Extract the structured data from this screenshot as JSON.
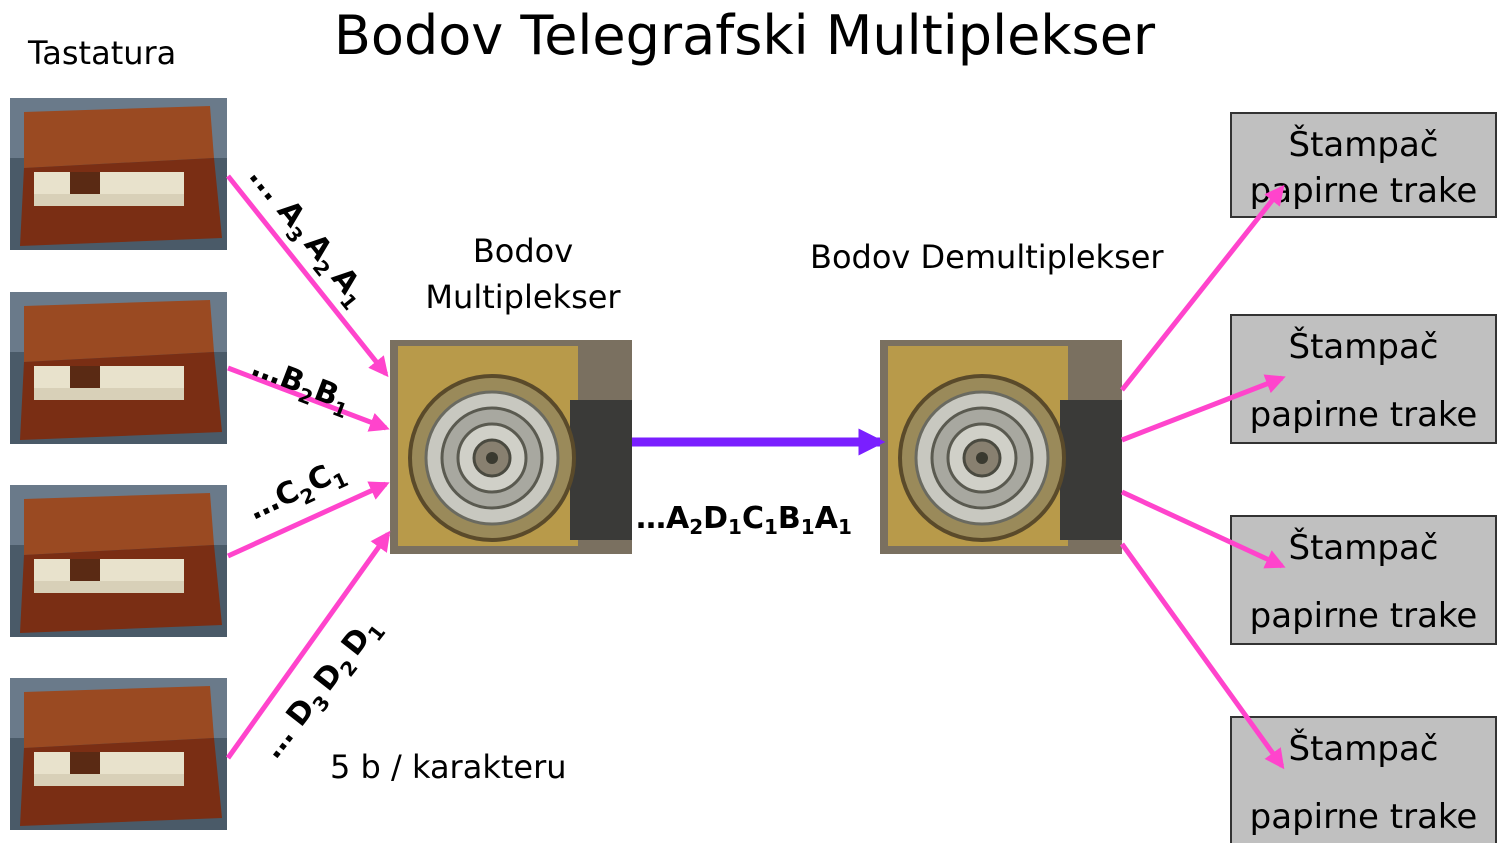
{
  "title": "Bodov Telegrafski Multiplekser",
  "keyboard_label": "Tastatura",
  "mux_label": {
    "line1": "Bodov",
    "line2": "Multiplekser"
  },
  "demux_label": "Bodov Demultiplekser",
  "bits_label": "5 b / karakteru",
  "streams": {
    "a": {
      "base": [
        "... ",
        "A",
        "A",
        "A"
      ],
      "subs": [
        "3",
        "2",
        "1"
      ]
    },
    "b": {
      "base": [
        "…",
        "B",
        "B"
      ],
      "subs": [
        "2",
        "1"
      ]
    },
    "c": {
      "base": [
        "…",
        "C",
        "C"
      ],
      "subs": [
        "2",
        "1"
      ]
    },
    "d": {
      "base": [
        "… ",
        "D",
        "D",
        "D"
      ],
      "subs": [
        "3",
        "2",
        "1"
      ]
    },
    "out": {
      "base": [
        "…",
        "A",
        "D",
        "C",
        "B",
        "A"
      ],
      "subs": [
        "2",
        "1",
        "1",
        "1",
        "1"
      ]
    }
  },
  "printers": [
    {
      "line1": "Štampač",
      "line2": "papirne trake"
    },
    {
      "line1": "Štampač",
      "line2": "papirne trake"
    },
    {
      "line1": "Štampač",
      "line2": "papirne trake"
    },
    {
      "line1": "Štampač",
      "line2": "papirne trake"
    }
  ],
  "colors": {
    "input_arrow": "#ff44cc",
    "trunk_arrow": "#7a1fff",
    "printer_fill": "#c0c0c0",
    "wood": "#8a3a1c",
    "brass": "#b89a4a"
  }
}
